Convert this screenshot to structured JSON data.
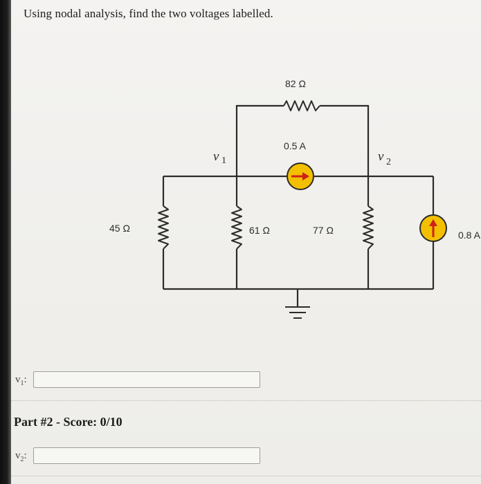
{
  "question": "Using nodal analysis, find the two voltages labelled.",
  "circuit": {
    "resistors": {
      "r_top": "82 Ω",
      "r_left": "45 Ω",
      "r_mid": "61 Ω",
      "r_right": "77 Ω"
    },
    "sources": {
      "mid_current": "0.5 A",
      "right_current": "0.8 A"
    },
    "nodes": {
      "v1": "v",
      "v1_sub": "1",
      "v2": "v",
      "v2_sub": "2"
    }
  },
  "answers": {
    "v1_label": "v",
    "v1_sub": "1",
    "v1_colon": ":",
    "v1_value": "",
    "v2_label": "v",
    "v2_sub": "2",
    "v2_colon": ":",
    "v2_value": ""
  },
  "part2": {
    "title": "Part #2 - Score: 0/10"
  },
  "colors": {
    "source_fill": "#f3c000",
    "source_arrow": "#d0201a",
    "wire": "#2b2b2b"
  }
}
